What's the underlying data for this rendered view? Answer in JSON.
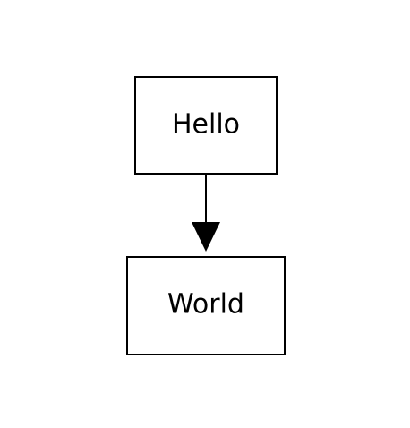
{
  "diagram": {
    "nodes": [
      {
        "id": "hello",
        "label": "Hello"
      },
      {
        "id": "world",
        "label": "World"
      }
    ],
    "edges": [
      {
        "from": "hello",
        "to": "world",
        "directed": true
      }
    ]
  },
  "colors": {
    "stroke": "#000000",
    "background": "#ffffff",
    "text": "#000000"
  }
}
